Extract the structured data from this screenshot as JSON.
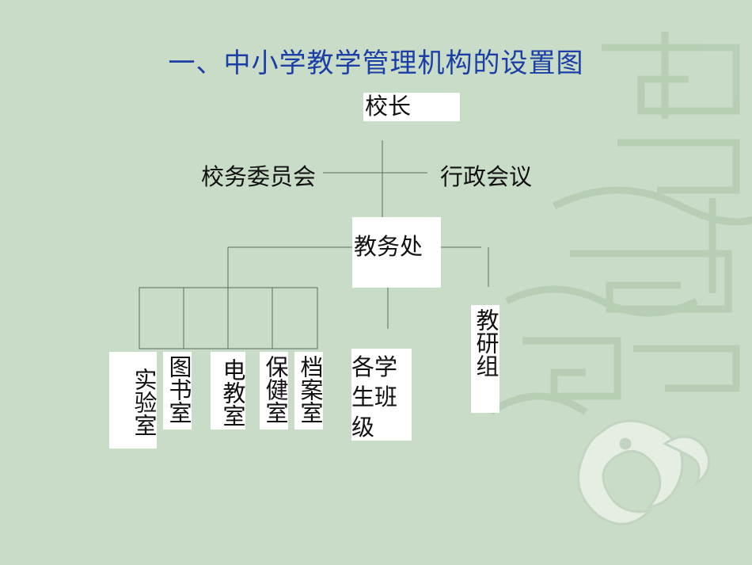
{
  "slide": {
    "title": "一、中小学教学管理机构的设置图"
  },
  "org": {
    "principal": "校长",
    "school_affairs_committee": "校务委员会",
    "admin_meeting": "行政会议",
    "academic_affairs_office": "教务处",
    "labs": "实验室",
    "library": "图书室",
    "av_room": "电教室",
    "health_room": "保健室",
    "archives_room": "档案室",
    "classes": "各学生班级",
    "teaching_research_group": "教研组"
  }
}
